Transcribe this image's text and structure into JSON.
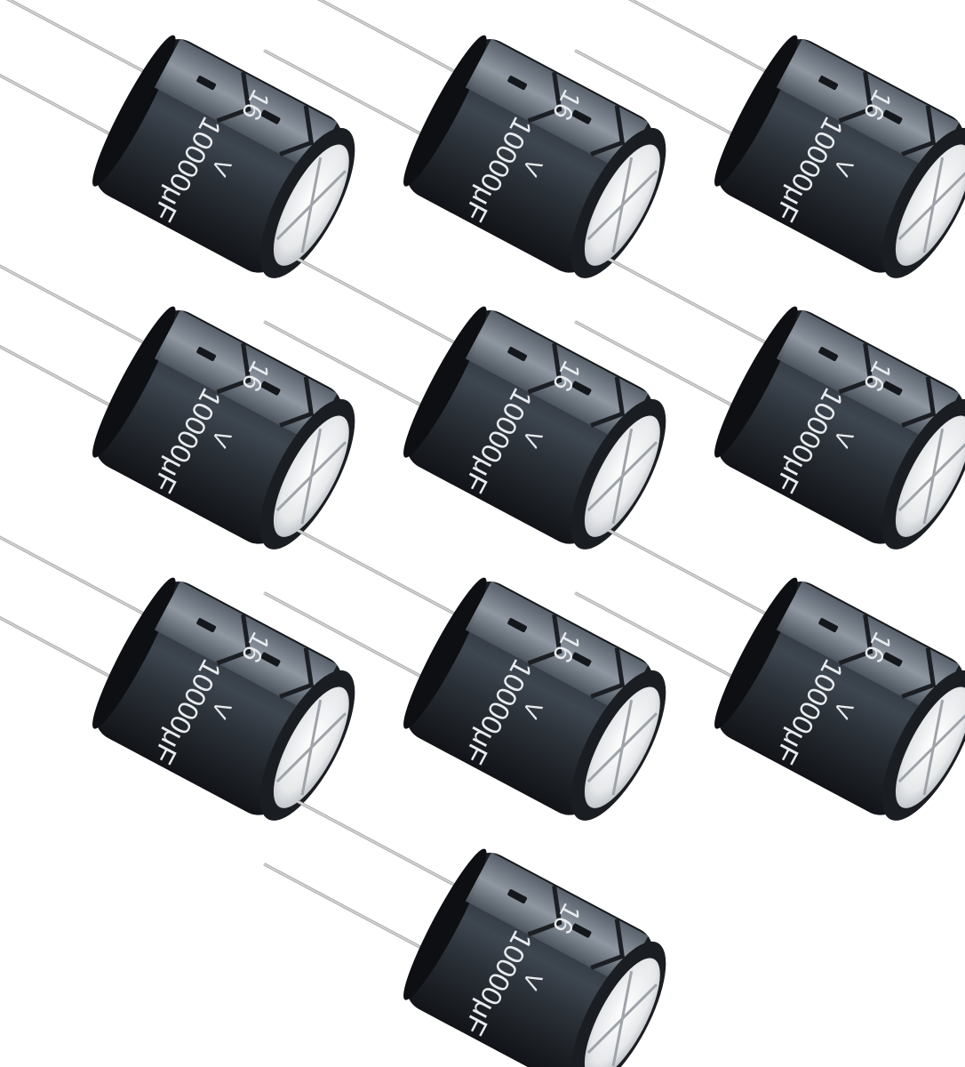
{
  "product": {
    "component": "electrolytic-capacitor",
    "count": 10,
    "arrangement": "3-3-3-1 grid",
    "markings": {
      "capacitance": "10000μF",
      "voltage_value": "16",
      "voltage_unit": "V"
    },
    "colors": {
      "background": "#ffffff",
      "sleeve_dark": "#16191d",
      "sleeve_mid": "#3e4650",
      "sleeve_light": "#8a94a0",
      "stripe": "#9aa3ad",
      "lead": "#c4c4c4",
      "top_disc": "#e6e8ea",
      "marking_text": "#e9ecef"
    },
    "icons": [
      "capacitor-icon",
      "polarity-stripe-icon",
      "vent-cross-icon"
    ]
  }
}
